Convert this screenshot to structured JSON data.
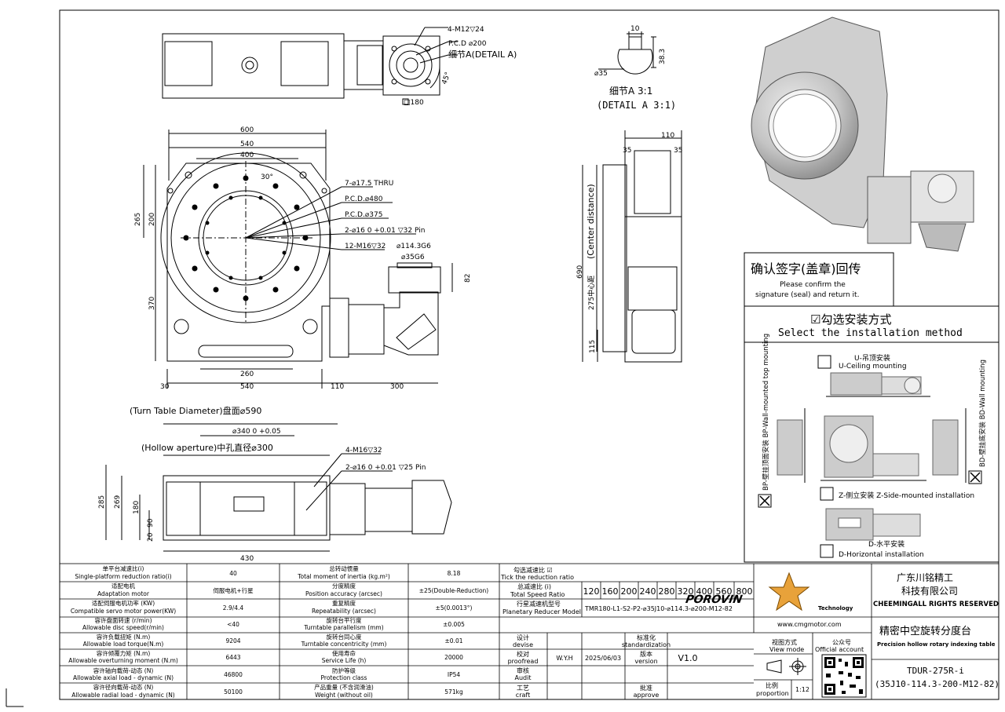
{
  "drawing": {
    "dims_top": [
      "4-M12▽24",
      "P.C.D ⌀200",
      "细节A(DETAIL A)",
      "45°",
      "□180"
    ],
    "detail": [
      "10",
      "38.3",
      "⌀35",
      "细节A 3:1",
      "(DETAIL A 3:1)"
    ],
    "dims_front": [
      "600",
      "540",
      "400",
      "30°",
      "7-⌀17.5 THRU",
      "P.C.D.⌀480",
      "P.C.D.⌀375",
      "2-⌀16 0 +0.01 ▽32 Pin",
      "12-M16▽32",
      "⌀114.3G6",
      "⌀35G6",
      "82",
      "265",
      "200",
      "370",
      "260",
      "540",
      "30",
      "110",
      "300"
    ],
    "dims_side": [
      "110",
      "35",
      "35",
      "275中心距",
      "(Center distance)",
      "690",
      "115"
    ],
    "dims_bottom": [
      "(Turn Table Diameter)盘面⌀590",
      "⌀340 0 +0.05",
      "(Hollow aperture)中孔直径⌀300",
      "4-M16▽32",
      "2-⌀16 0 +0.01 ▽25 Pin",
      "285",
      "269",
      "180",
      "90",
      "20",
      "430"
    ]
  },
  "confirm": {
    "title": "确认签字(盖章)回传",
    "line1": "Please confirm the",
    "line2": "signature (seal) and return it."
  },
  "install": {
    "title_cn": "☑勾选安装方式",
    "title_en": "Select the installation method",
    "u_cn": "U-吊顶安装",
    "u_en": "U-Ceiling mounting",
    "bp": "BP-壁挂顶面安装 BP-Wall-mounted top mounting",
    "bd": "BD-壁挂底安装 BD-Wall mounting",
    "z": "Z-侧立安装 Z-Side-mounted installation",
    "d_cn": "D-水平安装",
    "d_en": "D-Horizontal installation"
  },
  "specs": {
    "rows": [
      [
        "单平台减速比(i)",
        "Single-platform reduction ratio(i)",
        "40",
        "总转动惯量",
        "Total moment of inertia (kg.m²)",
        "8.18"
      ],
      [
        "适配电机",
        "Adaptation motor",
        "伺服电机+行星",
        "分度精度",
        "Position accuracy (arcsec)",
        "±25(Double-Reduction)"
      ],
      [
        "适配伺服电机功率 (KW)",
        "Compatible servo motor power(KW)",
        "2.9/4.4",
        "重复精度",
        "Repeatability (arcsec)",
        "±5(0.0013°)"
      ],
      [
        "容许盘面转速 (r/min)",
        "Allowable disc speed(r/min)",
        "<40",
        "旋转台平行度",
        "Turntable parallelism (mm)",
        "±0.005"
      ],
      [
        "容许负载扭矩 (N.m)",
        "Allowable load torque(N.m)",
        "9204",
        "旋转台同心度",
        "Turntable concentricity (mm)",
        "±0.01"
      ],
      [
        "容许倾覆力矩 (N.m)",
        "Allowable overturning moment (N.m)",
        "6443",
        "使用寿命",
        "Service Life (h)",
        "20000"
      ],
      [
        "容许轴向载荷-动态 (N)",
        "Allowable axial load - dynamic (N)",
        "46800",
        "防护等级",
        "Protection class",
        "IP54"
      ],
      [
        "容许径向载荷-动态 (N)",
        "Allowable radial load - dynamic (N)",
        "50100",
        "产品重量 (不含润滑油)",
        "Weight (without oil)",
        "571kg"
      ]
    ]
  },
  "ratio": {
    "tick_cn": "勾选减速比 ☑",
    "tick_en": "Tick the reduction ratio",
    "total_cn": "总减速比 (i)",
    "total_en": "Total Speed Ratio",
    "values": [
      "120",
      "160",
      "200",
      "240",
      "280",
      "320",
      "400",
      "560",
      "800"
    ],
    "planet_cn": "行星减速机型号",
    "planet_en": "Planetary Reducer Model",
    "planet_model": "TMR180-L1-S2-P2-⌀35J10-⌀114.3-⌀200-M12-82"
  },
  "approval": {
    "rows": [
      [
        "设计",
        "devise",
        "",
        "",
        "标准化",
        "standardization",
        ""
      ],
      [
        "校对",
        "proofread",
        "W.Y.H",
        "2025/06/03",
        "版本",
        "version",
        "V1.0"
      ],
      [
        "审核",
        "Audit",
        "",
        "",
        "",
        "",
        ""
      ],
      [
        "工艺",
        "craft",
        "",
        "",
        "批准",
        "approve",
        ""
      ]
    ]
  },
  "company": {
    "logo": "POROVIN",
    "logo_sub": "Technology",
    "name1": "广东川铭精工",
    "name2": "科技有限公司",
    "rights": "CHEEMINGALL RIGHTS RESERVED",
    "website": "www.cmgmotor.com",
    "product_cn": "精密中空旋转分度台",
    "product_en": "Precision hollow rotary indexing table",
    "view_cn": "视图方式",
    "view_en": "View mode",
    "official_cn": "公众号",
    "official_en": "Official account",
    "model": "TDUR-275R-i",
    "model_sub": "(35J10-114.3-200-M12-82)",
    "scale_cn": "比例",
    "scale_en": "proportion",
    "scale": "1:12"
  },
  "colors": {
    "line": "#000000",
    "logo_orange": "#e8a23a",
    "render_gray": "#bfbfbf"
  }
}
